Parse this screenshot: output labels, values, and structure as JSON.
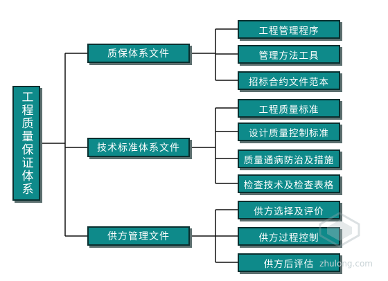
{
  "root": {
    "label": "工程质量保证体系"
  },
  "branches": [
    {
      "label": "质保体系文件",
      "leaves": [
        "工程管理程序",
        "管理方法工具",
        "招标合约文件范本"
      ]
    },
    {
      "label": "技术标准体系文件",
      "leaves": [
        "工程质量标准",
        "设计质量控制标准",
        "质量通病防治及措施",
        "检查技术及检查表格"
      ]
    },
    {
      "label": "供方管理文件",
      "leaves": [
        "供方选择及评价",
        "供方过程控制",
        "供方后评估"
      ]
    }
  ],
  "watermark": {
    "text": "zhulong.com"
  },
  "colors": {
    "box": "#0e8a8a",
    "border": "#0a2f2f",
    "line": "#111111"
  }
}
